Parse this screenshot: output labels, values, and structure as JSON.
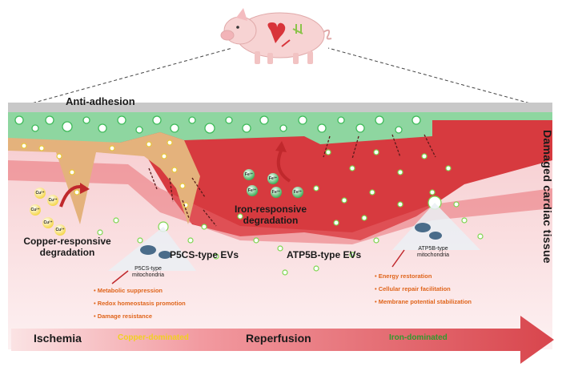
{
  "labels": {
    "anti_adhesion": "Anti-adhesion",
    "damaged_tissue": "Damaged cardiac tissue",
    "copper_degradation": "Copper-responsive degradation",
    "iron_degradation": "Iron-responsive degradation",
    "p5cs_evs": "P5CS-type EVs",
    "atp5b_evs": "ATP5B-type EVs",
    "p5cs_mito": "P5CS-type mitochondria",
    "atp5b_mito": "ATP5B-type mitochondria"
  },
  "p5cs_effects": [
    "Metabolic suppression",
    "Redox homeostasis promotion",
    "Damage resistance"
  ],
  "atp5b_effects": [
    "Energy restoration",
    "Cellular repair facilitation",
    "Membrane potential stabilization"
  ],
  "timeline": {
    "ischemia": "Ischemia",
    "copper_dominated": "Copper-dominated",
    "reperfusion": "Reperfusion",
    "iron_dominated": "Iron-dominated"
  },
  "ions": {
    "copper": [
      "Cu²⁺",
      "Cu²⁺",
      "Cu²⁺",
      "Cu²⁺",
      "Cu²⁺"
    ],
    "iron": [
      "Fe³⁺",
      "Fe³⁺",
      "Fe³⁺",
      "Fe³⁺",
      "Fe³⁺"
    ]
  },
  "colors": {
    "patch_green": "#8ed6a0",
    "tissue_red": "#d63a3e",
    "copper_tan": "#e4b27c",
    "arrow_red": "#c0282c",
    "effect_orange": "#e0651c",
    "copper_yellow": "#f0d020",
    "iron_green": "#2f9a2c"
  }
}
